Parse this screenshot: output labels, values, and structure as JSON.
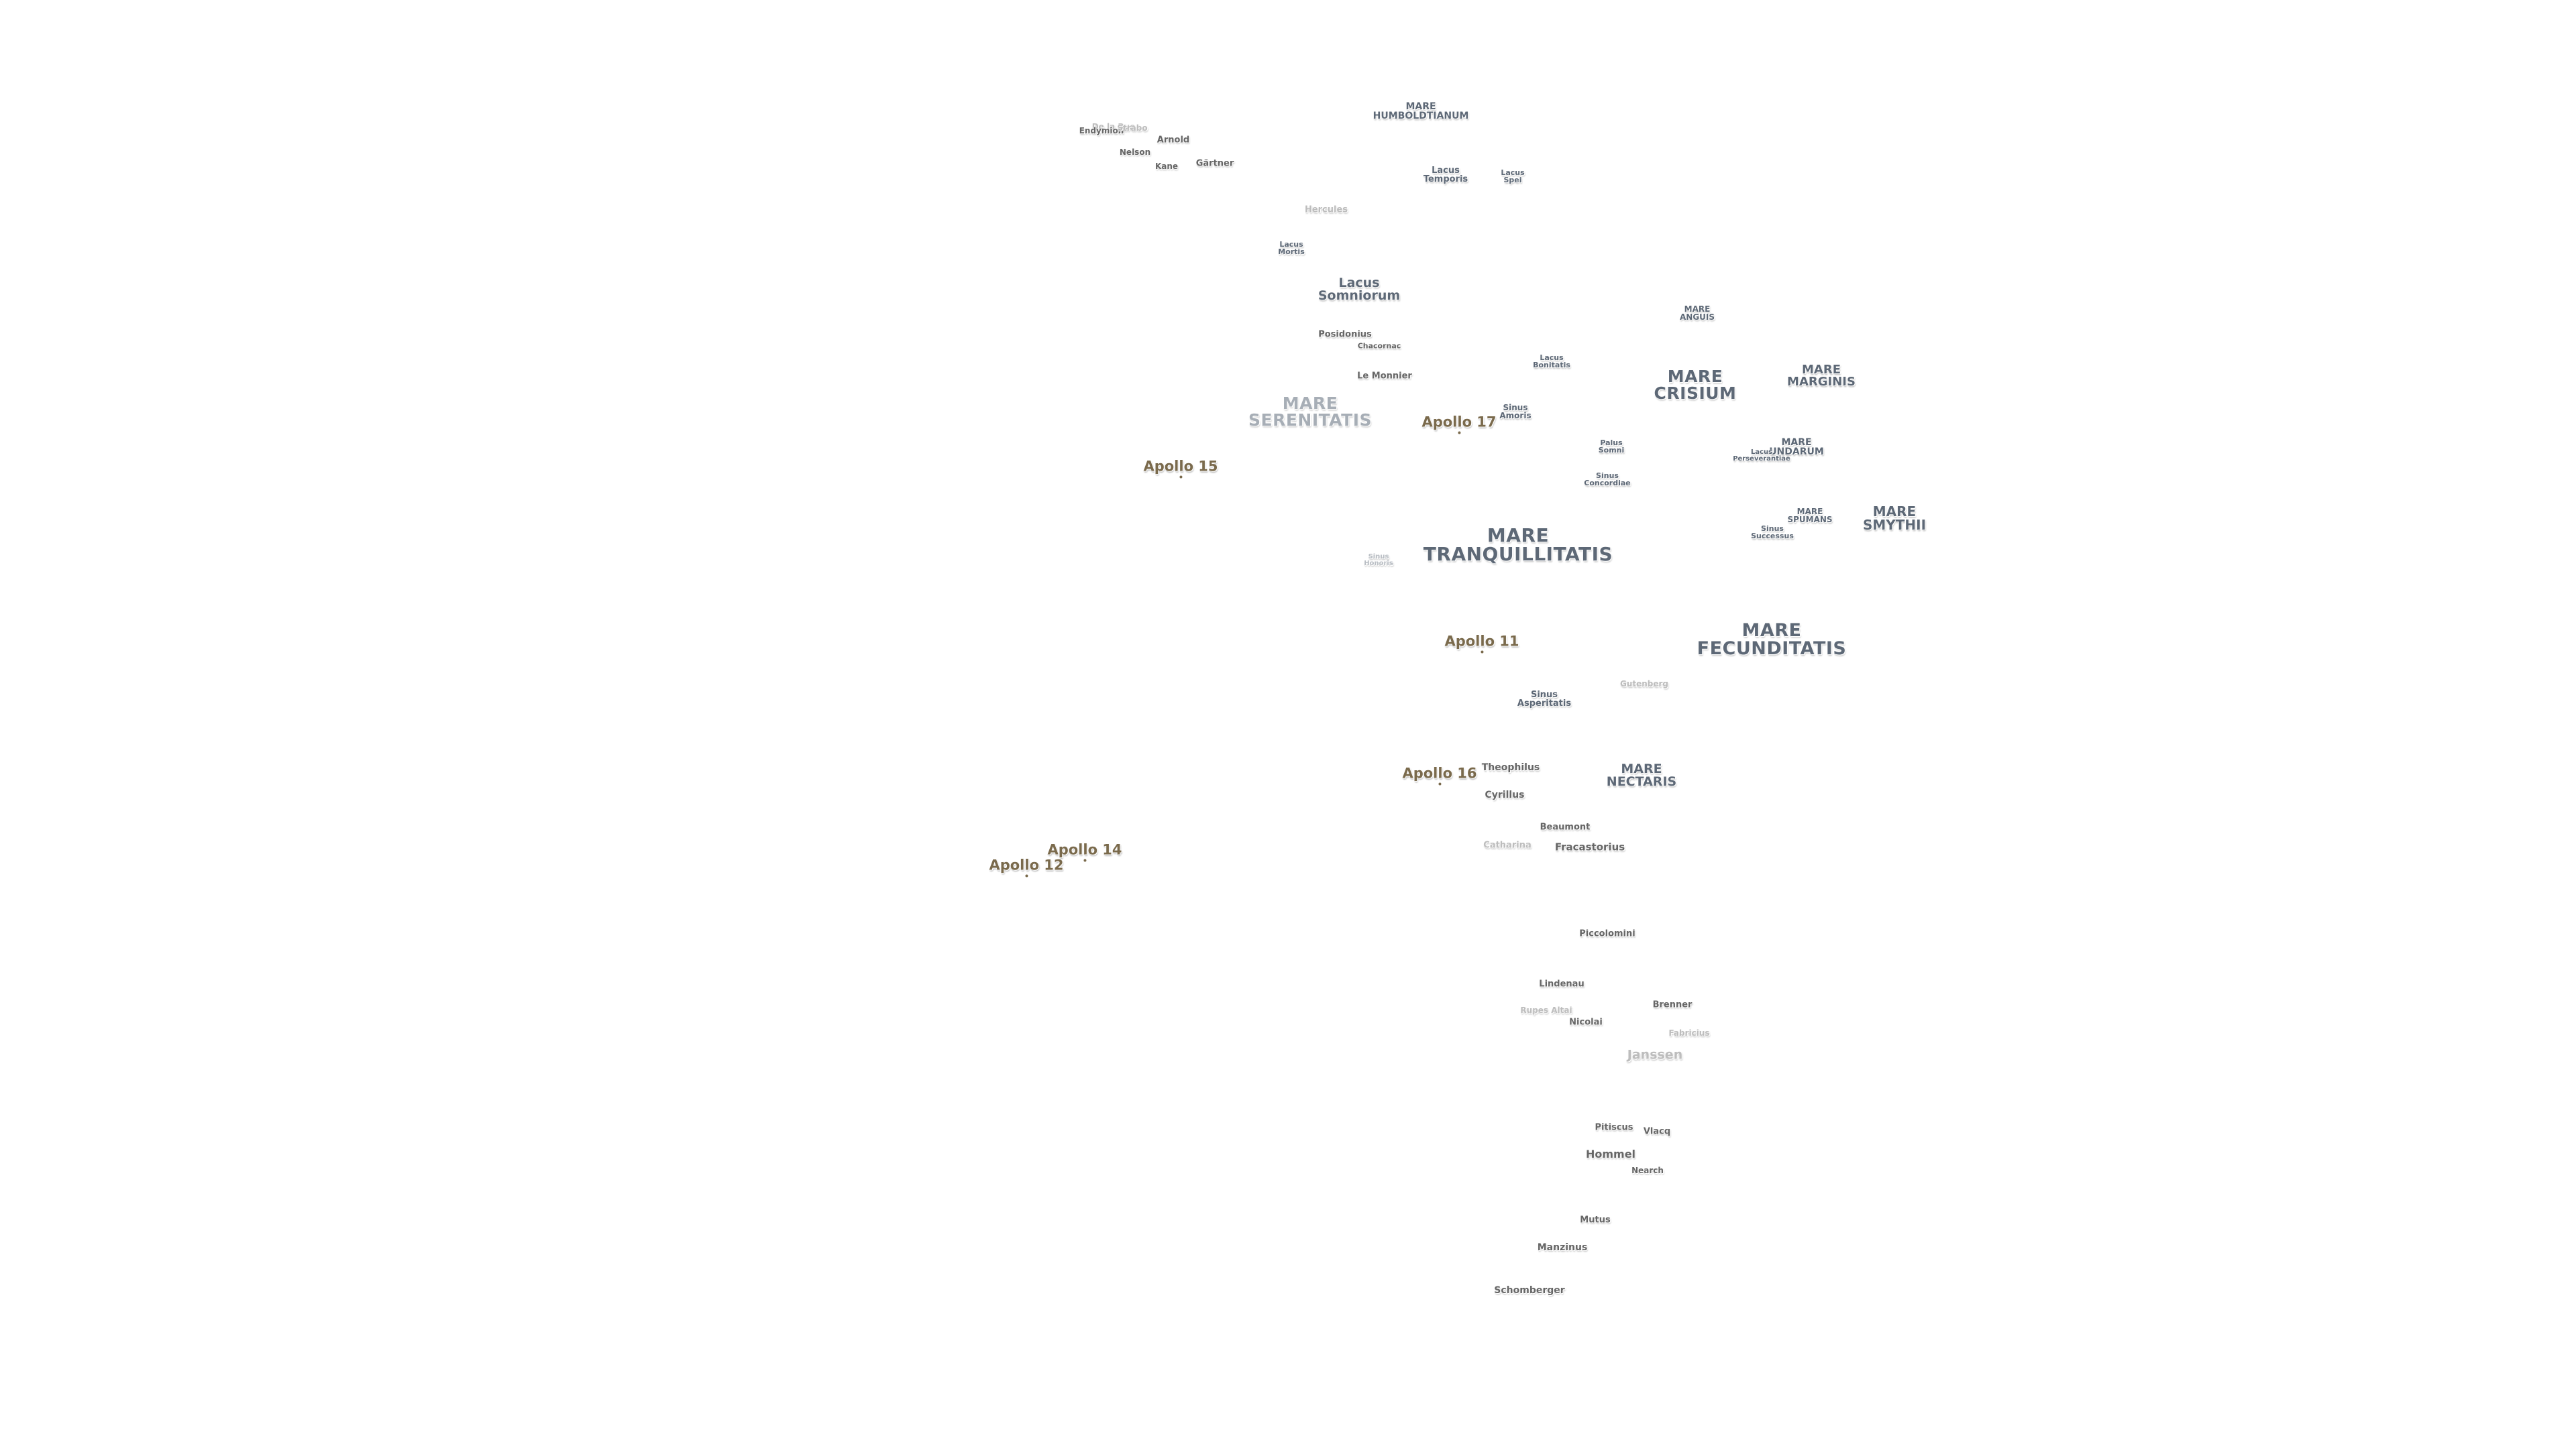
{
  "map_labels": {
    "maria": [
      {
        "id": "mare-humboldtianum",
        "lines": [
          "MARE",
          "HUMBOLDTIANUM"
        ]
      },
      {
        "id": "mare-serenitatis",
        "lines": [
          "MARE",
          "SERENITATIS"
        ]
      },
      {
        "id": "mare-crisium",
        "lines": [
          "MARE",
          "CRISIUM"
        ]
      },
      {
        "id": "mare-marginis",
        "lines": [
          "MARE",
          "MARGINIS"
        ]
      },
      {
        "id": "mare-anguis",
        "lines": [
          "MARE",
          "ANGUIS"
        ]
      },
      {
        "id": "mare-undarum",
        "lines": [
          "MARE",
          "UNDARUM"
        ]
      },
      {
        "id": "mare-spumans",
        "lines": [
          "MARE",
          "SPUMANS"
        ]
      },
      {
        "id": "mare-smythii",
        "lines": [
          "MARE",
          "SMYTHII"
        ]
      },
      {
        "id": "mare-tranquillitatis",
        "lines": [
          "MARE",
          "TRANQUILLITATIS"
        ]
      },
      {
        "id": "mare-fecunditatis",
        "lines": [
          "MARE",
          "FECUNDITATIS"
        ]
      },
      {
        "id": "mare-nectaris",
        "lines": [
          "MARE",
          "NECTARIS"
        ]
      }
    ],
    "lakes_bays": [
      {
        "id": "lacus-temporis",
        "lines": [
          "Lacus",
          "Temporis"
        ]
      },
      {
        "id": "lacus-spei",
        "lines": [
          "Lacus",
          "Spei"
        ]
      },
      {
        "id": "lacus-mortis",
        "lines": [
          "Lacus",
          "Mortis"
        ]
      },
      {
        "id": "lacus-somniorum",
        "lines": [
          "Lacus",
          "Somniorum"
        ]
      },
      {
        "id": "lacus-bonitatis",
        "lines": [
          "Lacus",
          "Bonitatis"
        ]
      },
      {
        "id": "sinus-amoris",
        "lines": [
          "Sinus",
          "Amoris"
        ]
      },
      {
        "id": "palus-somni",
        "lines": [
          "Palus",
          "Somni"
        ]
      },
      {
        "id": "sinus-concordiae",
        "lines": [
          "Sinus",
          "Concordiae"
        ]
      },
      {
        "id": "lacus-perseverantiae",
        "lines": [
          "Lacus",
          "Perseverantiae"
        ]
      },
      {
        "id": "sinus-successus",
        "lines": [
          "Sinus",
          "Successus"
        ]
      },
      {
        "id": "sinus-honoris",
        "lines": [
          "Sinus",
          "Honoris"
        ]
      },
      {
        "id": "sinus-asperitatis",
        "lines": [
          "Sinus",
          "Asperitatis"
        ]
      }
    ],
    "craters": [
      {
        "id": "de-la-rue",
        "text": "De la Rue"
      },
      {
        "id": "endymion",
        "text": "Endymion"
      },
      {
        "id": "strabo",
        "text": "Strabo"
      },
      {
        "id": "arnold",
        "text": "Arnold"
      },
      {
        "id": "nelson",
        "text": "Nelson"
      },
      {
        "id": "kane",
        "text": "Kane"
      },
      {
        "id": "gartner",
        "text": "Gärtner"
      },
      {
        "id": "hercules",
        "text": "Hercules"
      },
      {
        "id": "posidonius",
        "text": "Posidonius"
      },
      {
        "id": "chacornac",
        "text": "Chacornac"
      },
      {
        "id": "le-monnier",
        "text": "Le Monnier"
      },
      {
        "id": "gutenberg",
        "text": "Gutenberg"
      },
      {
        "id": "theophilus",
        "text": "Theophilus"
      },
      {
        "id": "cyrillus",
        "text": "Cyrillus"
      },
      {
        "id": "beaumont",
        "text": "Beaumont"
      },
      {
        "id": "catharina",
        "text": "Catharina"
      },
      {
        "id": "fracastorius",
        "text": "Fracastorius"
      },
      {
        "id": "piccolomini",
        "text": "Piccolomini"
      },
      {
        "id": "lindenau",
        "text": "Lindenau"
      },
      {
        "id": "rupes-altai",
        "text": "Rupes Altai"
      },
      {
        "id": "nicolai",
        "text": "Nicolai"
      },
      {
        "id": "brenner",
        "text": "Brenner"
      },
      {
        "id": "fabricius",
        "text": "Fabricius"
      },
      {
        "id": "janssen",
        "text": "Janssen"
      },
      {
        "id": "pitiscus",
        "text": "Pitiscus"
      },
      {
        "id": "vlacq",
        "text": "Vlacq"
      },
      {
        "id": "hommel",
        "text": "Hommel"
      },
      {
        "id": "nearch",
        "text": "Nearch"
      },
      {
        "id": "mutus",
        "text": "Mutus"
      },
      {
        "id": "manzinus",
        "text": "Manzinus"
      },
      {
        "id": "schomberger",
        "text": "Schomberger"
      }
    ],
    "apollo_sites": [
      {
        "id": "apollo-15",
        "text": "Apollo 15"
      },
      {
        "id": "apollo-17",
        "text": "Apollo 17"
      },
      {
        "id": "apollo-11",
        "text": "Apollo 11"
      },
      {
        "id": "apollo-16",
        "text": "Apollo 16"
      },
      {
        "id": "apollo-14",
        "text": "Apollo 14"
      },
      {
        "id": "apollo-12",
        "text": "Apollo 12"
      }
    ]
  }
}
